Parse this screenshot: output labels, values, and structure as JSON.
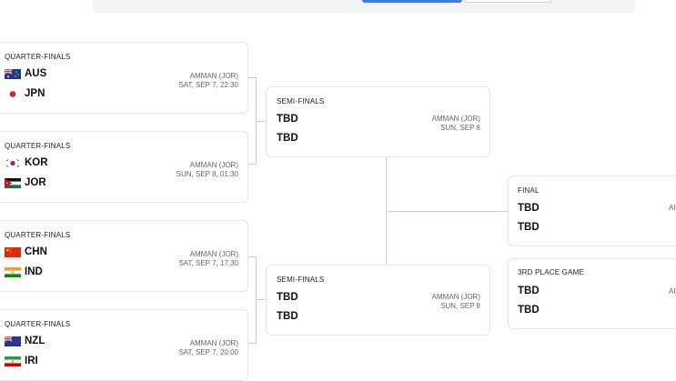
{
  "header": {
    "tab_active_color": "#3b7ddd"
  },
  "bracket": {
    "quarter_finals": [
      {
        "round": "QUARTER-FINALS",
        "venue": "AMMAN (JOR)",
        "datetime": "SAT, SEP 7, 22:30",
        "home": {
          "code": "AUS",
          "flag": "australia-flag"
        },
        "away": {
          "code": "JPN",
          "flag": "japan-flag"
        }
      },
      {
        "round": "QUARTER-FINALS",
        "venue": "AMMAN (JOR)",
        "datetime": "SUN, SEP 8, 01:30",
        "home": {
          "code": "KOR",
          "flag": "south-korea-flag"
        },
        "away": {
          "code": "JOR",
          "flag": "jordan-flag"
        }
      },
      {
        "round": "QUARTER-FINALS",
        "venue": "AMMAN (JOR)",
        "datetime": "SAT, SEP 7, 17:30",
        "home": {
          "code": "CHN",
          "flag": "china-flag"
        },
        "away": {
          "code": "IND",
          "flag": "india-flag"
        }
      },
      {
        "round": "QUARTER-FINALS",
        "venue": "AMMAN (JOR)",
        "datetime": "SAT, SEP 7, 20:00",
        "home": {
          "code": "NZL",
          "flag": "new-zealand-flag"
        },
        "away": {
          "code": "IRI",
          "flag": "iran-flag"
        }
      }
    ],
    "semi_finals": [
      {
        "round": "SEMI-FINALS",
        "venue": "AMMAN (JOR)",
        "datetime": "SUN, SEP 8",
        "home": "TBD",
        "away": "TBD"
      },
      {
        "round": "SEMI-FINALS",
        "venue": "AMMAN (JOR)",
        "datetime": "SUN, SEP 8",
        "home": "TBD",
        "away": "TBD"
      }
    ],
    "final": {
      "round": "FINAL",
      "venue_partial": "AI",
      "home": "TBD",
      "away": "TBD"
    },
    "third_place": {
      "round": "3RD PLACE GAME",
      "venue_partial": "AI",
      "home": "TBD",
      "away": "TBD"
    }
  }
}
